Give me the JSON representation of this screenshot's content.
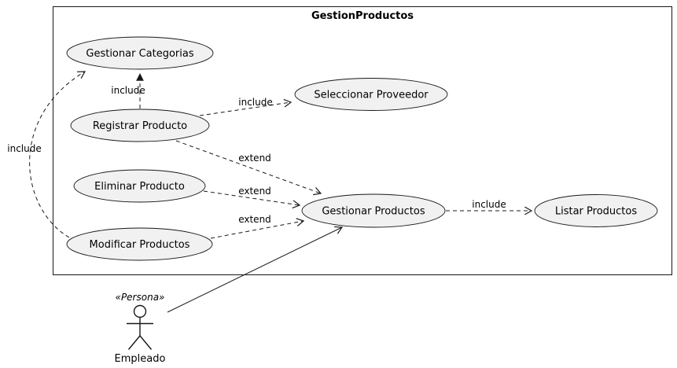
{
  "diagram": {
    "title": "GestionProductos",
    "nodes": {
      "gestionar_categorias": "Gestionar Categorias",
      "seleccionar_proveedor": "Seleccionar Proveedor",
      "registrar_producto": "Registrar Producto",
      "eliminar_producto": "Eliminar Producto",
      "gestionar_productos": "Gestionar Productos",
      "modificar_productos": "Modificar Productos",
      "listar_productos": "Listar Productos"
    },
    "edges": {
      "registrar_to_categorias": {
        "label": "include",
        "style": "dashed-arrow"
      },
      "registrar_to_proveedor": {
        "label": "include",
        "style": "dashed-arrow"
      },
      "registrar_to_gestionar": {
        "label": "extend",
        "style": "dashed-arrow"
      },
      "eliminar_to_gestionar": {
        "label": "extend",
        "style": "dashed-arrow"
      },
      "modificar_to_gestionar": {
        "label": "extend",
        "style": "dashed-arrow"
      },
      "gestionar_to_listar": {
        "label": "include",
        "style": "dashed-arrow"
      },
      "modificar_to_categorias": {
        "label": "include",
        "style": "dashed-arrow"
      },
      "empleado_to_gestionar": {
        "label": "",
        "style": "solid-arrow"
      }
    },
    "actor": {
      "stereotype": "«Persona»",
      "name": "Empleado"
    },
    "colors": {
      "node_fill": "#f1f1f1",
      "stroke": "#181818",
      "background": "#ffffff"
    }
  }
}
